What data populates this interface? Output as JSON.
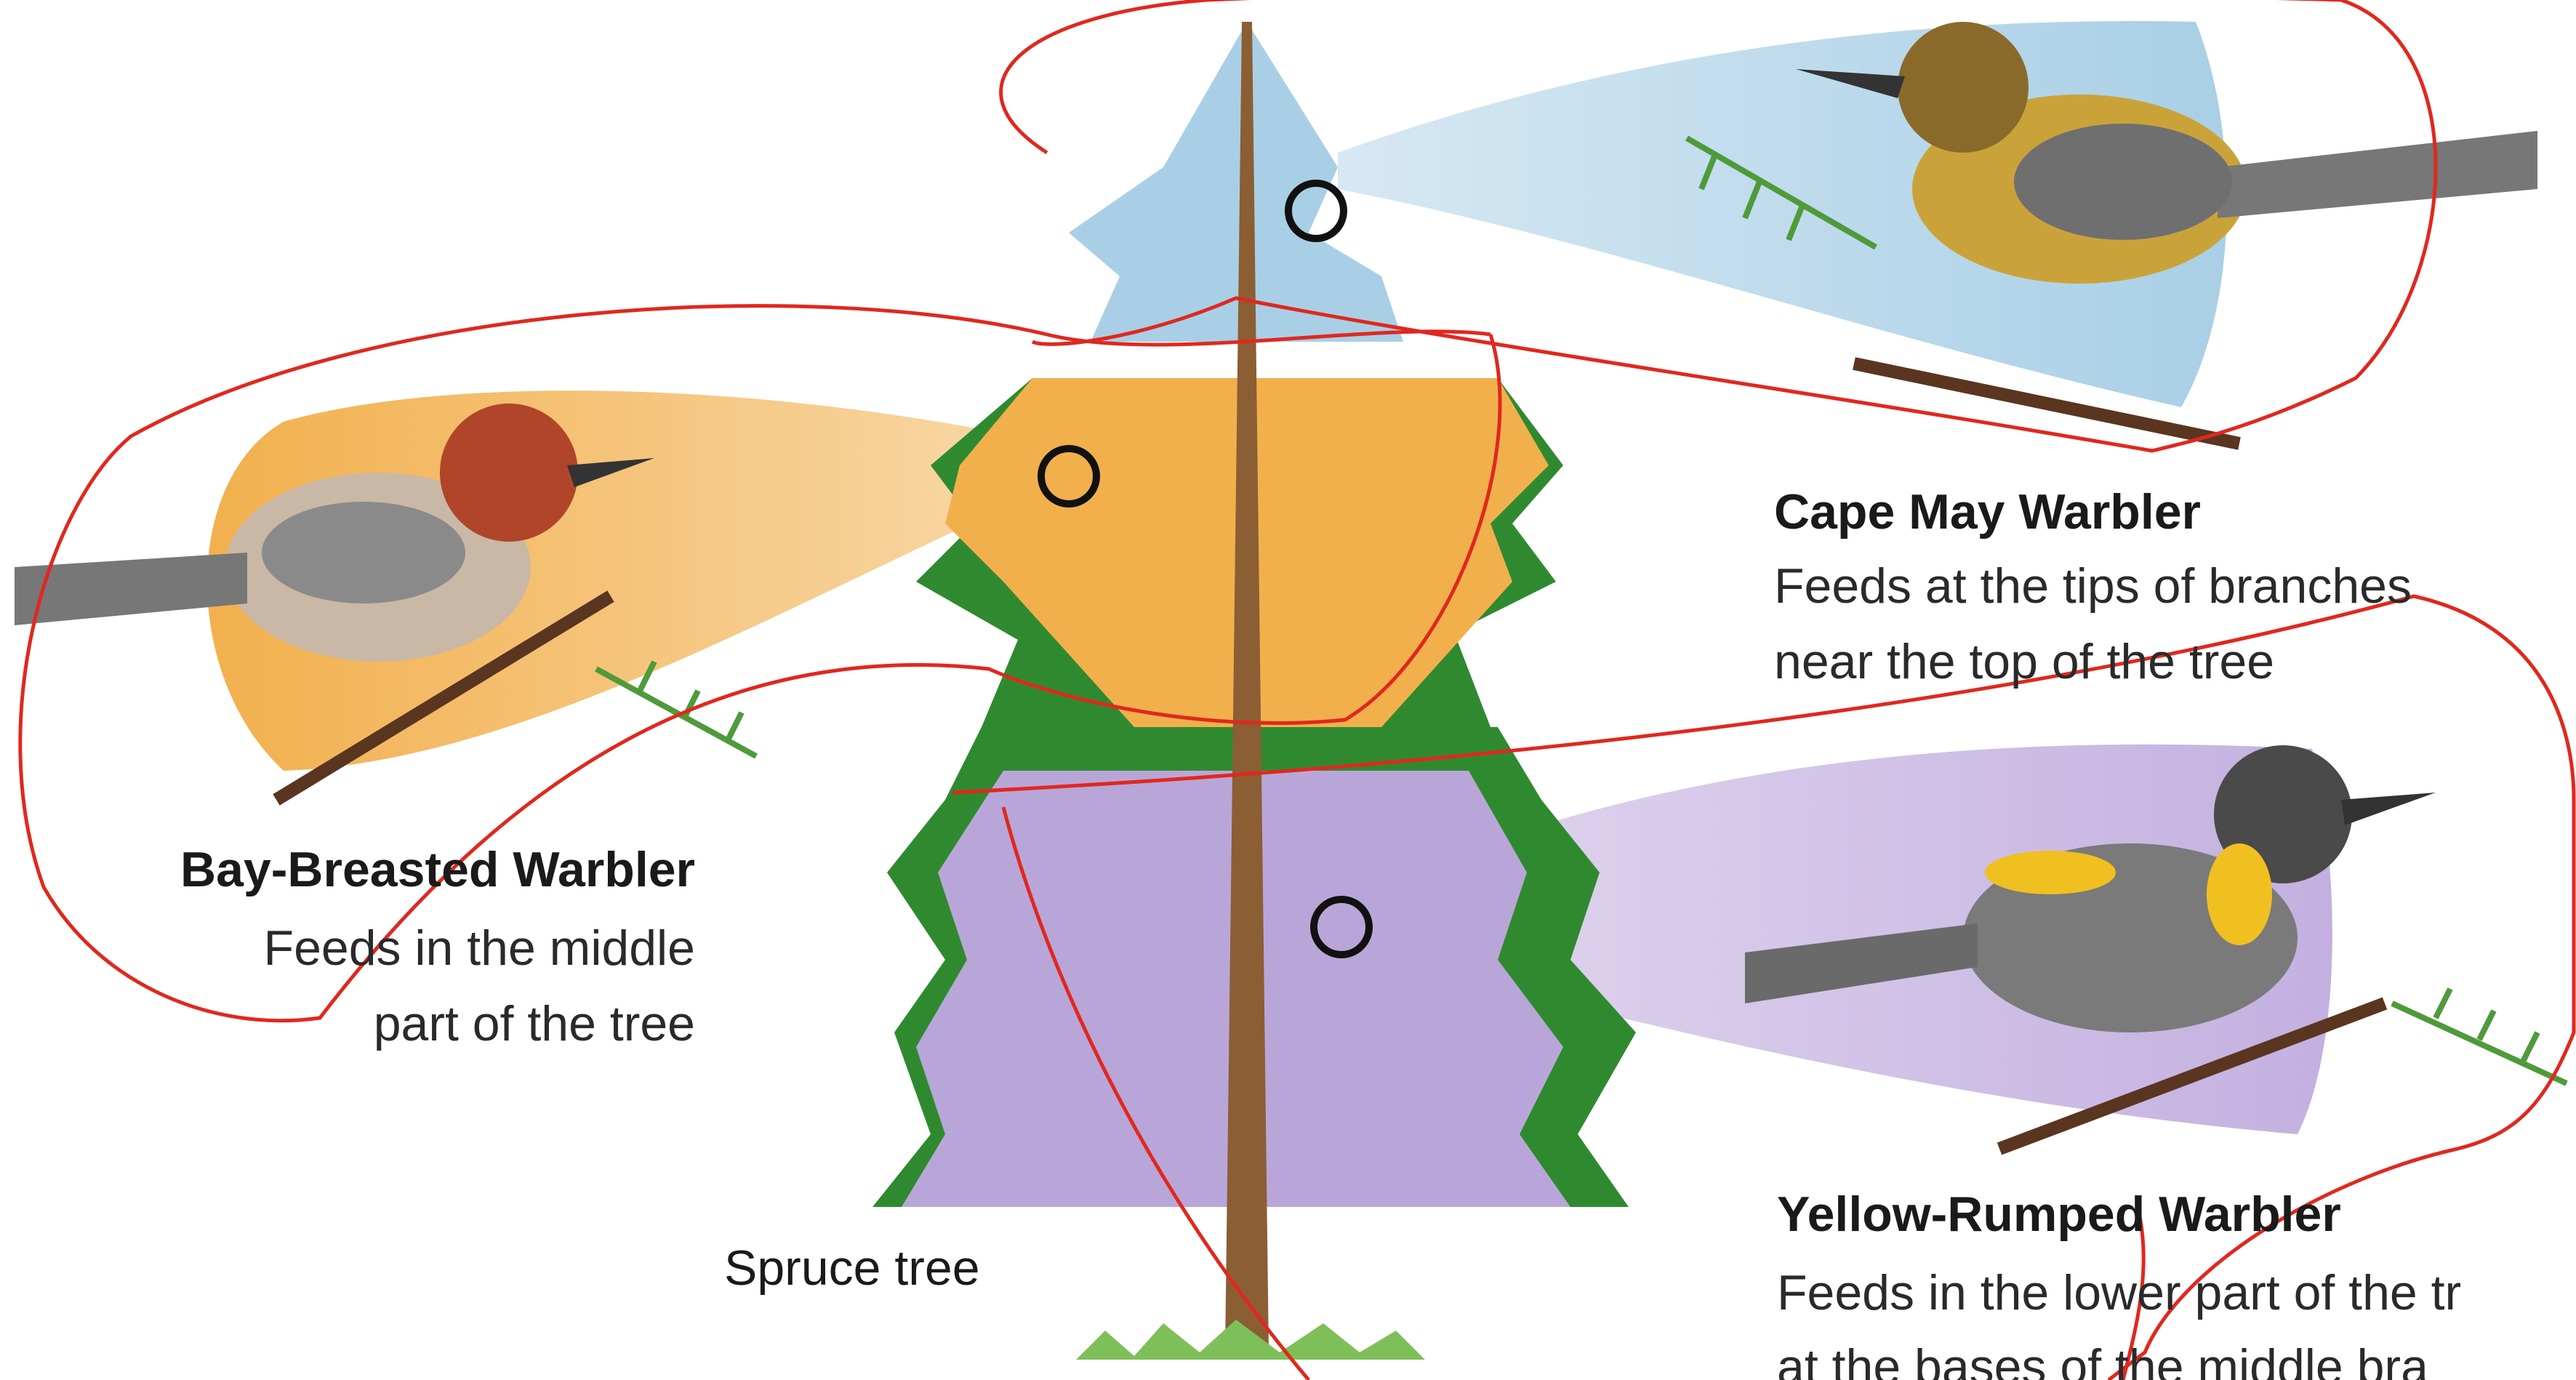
{
  "diagram": {
    "tree_label": "Spruce tree",
    "warblers": [
      {
        "name": "Cape May Warbler",
        "description_lines": [
          "Feeds at the tips of branches",
          "near the top of the tree"
        ],
        "zone_color": "#a9cfe6",
        "zone": "top"
      },
      {
        "name": "Bay-Breasted Warbler",
        "description_lines": [
          "Feeds in the middle",
          "part of the tree"
        ],
        "zone_color": "#f5b555",
        "zone": "middle"
      },
      {
        "name": "Yellow-Rumped Warbler",
        "description_lines": [
          "Feeds in the lower part of the tr",
          "at the bases of the middle bra"
        ],
        "zone_color": "#b9a6d9",
        "zone": "lower"
      }
    ],
    "colors": {
      "foliage": "#2f8a2f",
      "trunk": "#8b5e34",
      "annotation_ink": "#e0281e",
      "marker": "#111111"
    }
  }
}
